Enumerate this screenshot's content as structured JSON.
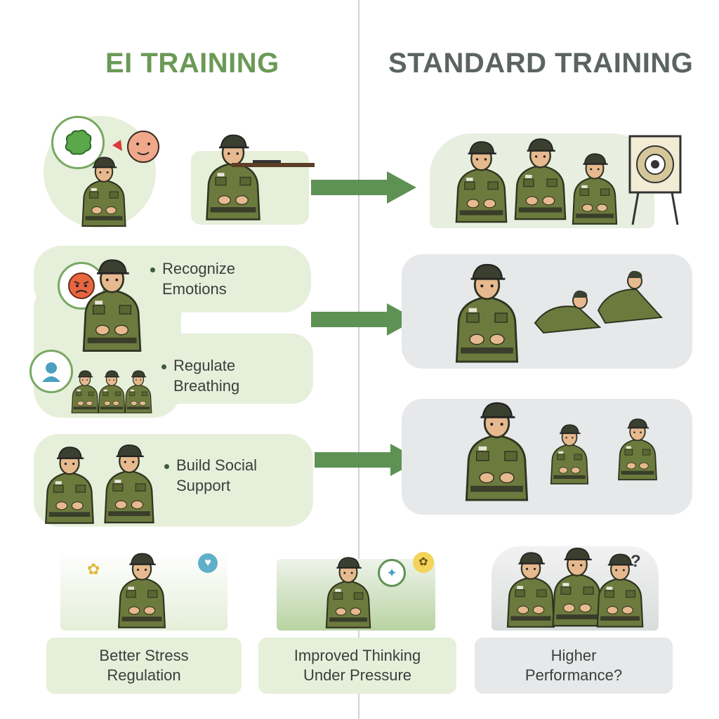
{
  "headings": {
    "ei": "EI TRAINING",
    "standard": "STANDARD TRAINING"
  },
  "ei_steps": [
    {
      "line1": "Recognize",
      "line2": "Emotions"
    },
    {
      "line1": "Regulate",
      "line2": "Breathing"
    },
    {
      "line1": "Build Social",
      "line2": "Support"
    }
  ],
  "outcomes": [
    {
      "line1": "Better Stress",
      "line2": "Regulation"
    },
    {
      "line1": "Improved Thinking",
      "line2": "Under Pressure"
    },
    {
      "line1": "Higher",
      "line2": "Performance?"
    }
  ],
  "colors": {
    "ei_green": "#6a9a56",
    "standard_gray": "#5b6461",
    "arrow_green": "#5e9254",
    "ei_panel": "#e6efda",
    "standard_panel": "#e7e8ea",
    "uniform": "#6d7a3e"
  },
  "icons": [
    "brain-icon",
    "face-icon",
    "angry-face-icon",
    "person-icon",
    "speech-bubble-icon",
    "target-icon",
    "question-icon"
  ]
}
